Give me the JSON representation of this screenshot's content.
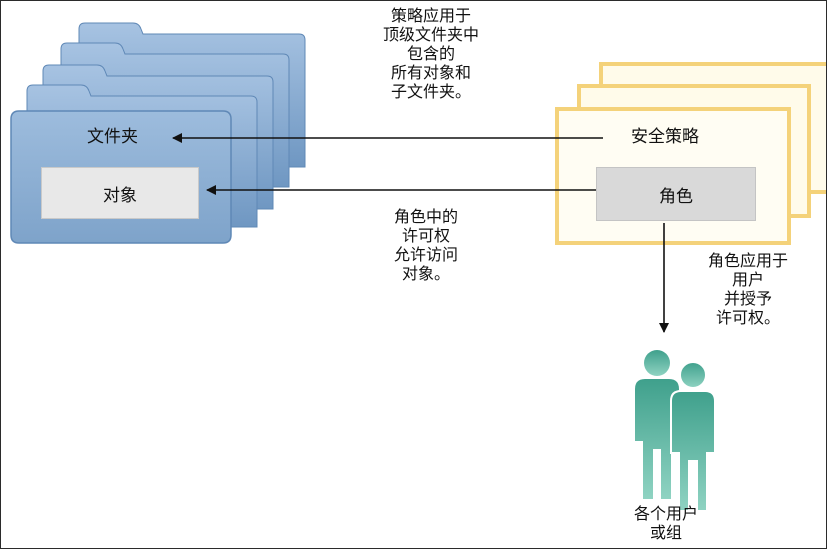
{
  "folder": {
    "label": "文件夹",
    "object_label": "对象"
  },
  "security_policy": {
    "label": "安全策略",
    "role_label": "角色"
  },
  "notes": {
    "policy_applies": [
      "策略应用于",
      "顶级文件夹中",
      "包含的",
      "所有对象和",
      "子文件夹。"
    ],
    "role_permissions": [
      "角色中的",
      "许可权",
      "允许访问",
      "对象。"
    ],
    "role_applies": [
      "角色应用于",
      "用户",
      "并授予",
      "许可权。"
    ]
  },
  "users": {
    "label": [
      "各个用户",
      "或组"
    ]
  },
  "colors": {
    "folder_blue": "#86a9cf",
    "folder_blue_dark": "#5f88b6",
    "policy_yellow": "#f6d680",
    "policy_fill": "#fffbea",
    "people_green": "#49a794",
    "arrow": "#111111"
  }
}
